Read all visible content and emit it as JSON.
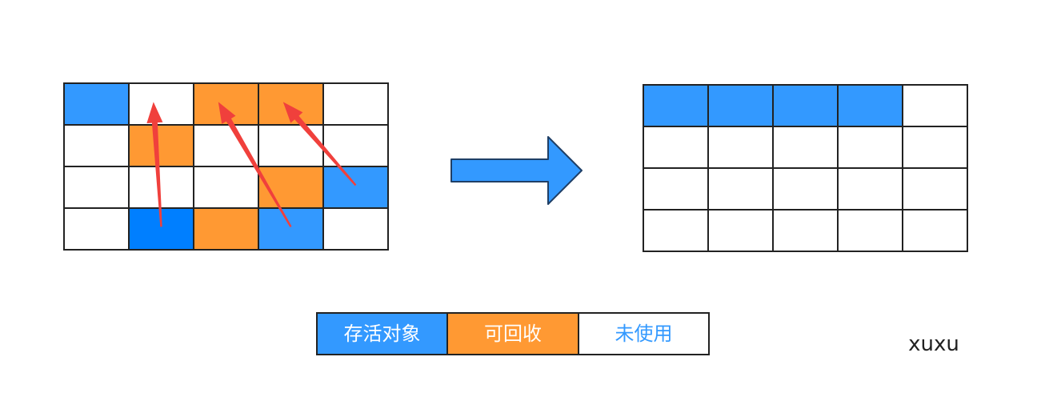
{
  "colors": {
    "alive": "#3399ff",
    "alive_dark": "#007fff",
    "reclaimable": "#ff9933",
    "unused": "#ffffff",
    "grid_line": "#222222",
    "red_arrow": "#f0403c",
    "transition_arrow_fill": "#3399ff",
    "transition_arrow_stroke": "#1f3f66",
    "unused_text": "#3399ff",
    "label_text": "#ffffff",
    "watermark": "#222222"
  },
  "before_grid": {
    "rows": 4,
    "cols": 5,
    "cells": [
      [
        "alive",
        "unused",
        "reclaimable",
        "reclaimable",
        "unused"
      ],
      [
        "unused",
        "reclaimable",
        "unused",
        "unused",
        "unused"
      ],
      [
        "unused",
        "unused",
        "unused",
        "reclaimable",
        "alive"
      ],
      [
        "unused",
        "alive_dark",
        "reclaimable",
        "alive",
        "unused"
      ]
    ],
    "moves": [
      {
        "from": [
          3,
          1
        ],
        "to": [
          0,
          1
        ]
      },
      {
        "from": [
          3,
          3
        ],
        "to": [
          0,
          2
        ]
      },
      {
        "from": [
          2,
          4
        ],
        "to": [
          0,
          3
        ]
      }
    ]
  },
  "transition_arrow": {
    "icon": "right-arrow-icon"
  },
  "after_grid": {
    "rows": 4,
    "cols": 5,
    "cells": [
      [
        "alive",
        "alive",
        "alive",
        "alive",
        "unused"
      ],
      [
        "unused",
        "unused",
        "unused",
        "unused",
        "unused"
      ],
      [
        "unused",
        "unused",
        "unused",
        "unused",
        "unused"
      ],
      [
        "unused",
        "unused",
        "unused",
        "unused",
        "unused"
      ]
    ]
  },
  "legend": {
    "items": [
      {
        "label": "存活对象",
        "state": "alive"
      },
      {
        "label": "可回收",
        "state": "reclaimable"
      },
      {
        "label": "未使用",
        "state": "unused"
      }
    ]
  },
  "watermark": {
    "text": "xuxu"
  }
}
